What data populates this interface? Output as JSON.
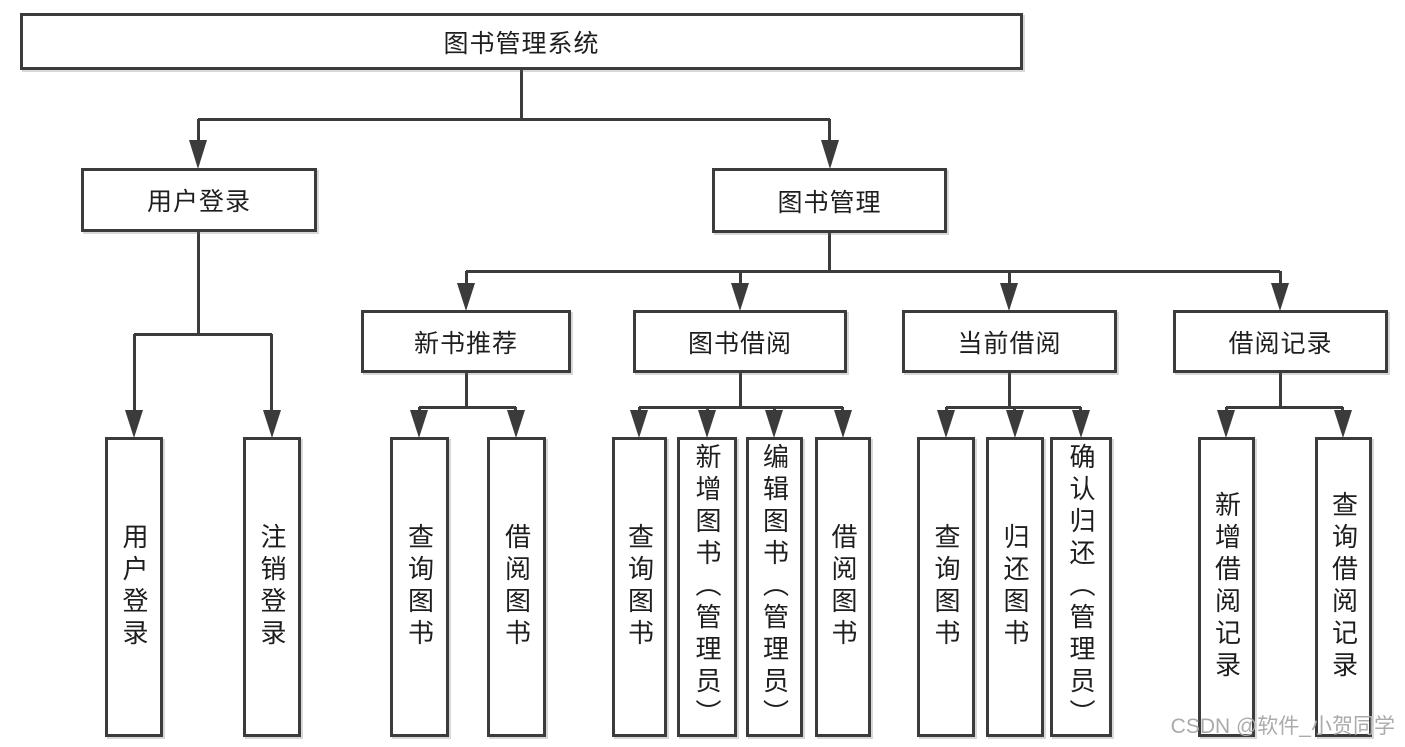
{
  "tree": {
    "root": "图书管理系统",
    "children": [
      {
        "label": "用户登录",
        "children": [
          {
            "label": "用户登录"
          },
          {
            "label": "注销登录"
          }
        ]
      },
      {
        "label": "图书管理",
        "children": [
          {
            "label": "新书推荐",
            "children": [
              {
                "label": "查询图书"
              },
              {
                "label": "借阅图书"
              }
            ]
          },
          {
            "label": "图书借阅",
            "children": [
              {
                "label": "查询图书"
              },
              {
                "label": "新增图书（管理员）"
              },
              {
                "label": "编辑图书（管理员）"
              },
              {
                "label": "借阅图书"
              }
            ]
          },
          {
            "label": "当前借阅",
            "children": [
              {
                "label": "查询图书"
              },
              {
                "label": "归还图书"
              },
              {
                "label": "确认归还（管理员）"
              }
            ]
          },
          {
            "label": "借阅记录",
            "children": [
              {
                "label": "新增借阅记录"
              },
              {
                "label": "查询借阅记录"
              }
            ]
          }
        ]
      }
    ]
  },
  "watermark": "CSDN @软件_小贺同学",
  "colors": {
    "line": "#3b3b3b",
    "text": "#1e1e1e",
    "watermark": "#ababab"
  }
}
